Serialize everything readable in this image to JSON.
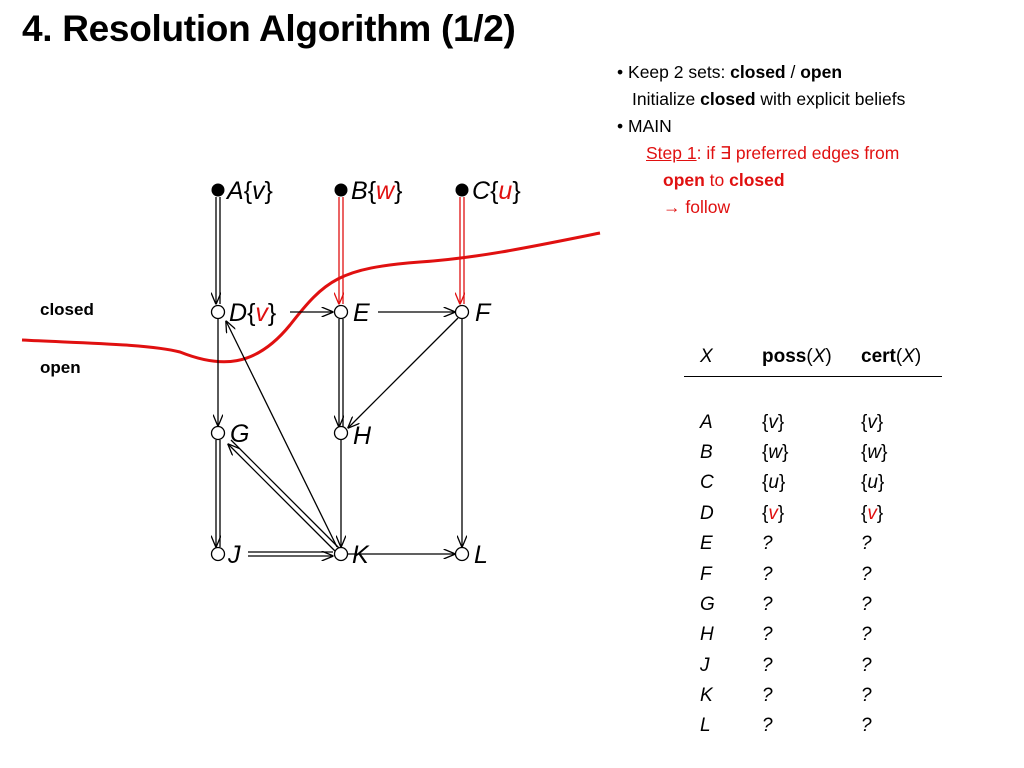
{
  "title": "4. Resolution Algorithm (1/2)",
  "bullets": {
    "b1": {
      "bullet": "•",
      "pre": "Keep 2 sets: ",
      "closed": "closed",
      "sep": " / ",
      "open": "open"
    },
    "b1_line2": {
      "pre": "Initialize ",
      "closed": "closed",
      "post": " with explicit beliefs"
    },
    "b2": {
      "bullet": "•",
      "text": "MAIN"
    },
    "step": {
      "label": "Step 1",
      "post": ": if ∃ preferred edges from"
    },
    "step_line2": {
      "open": "open",
      "mid": " to ",
      "closed": "closed"
    },
    "step_line3": "→ follow"
  },
  "side_labels": {
    "closed": "closed",
    "open": "open"
  },
  "graph": {
    "nodes": {
      "A": {
        "name": "A",
        "set_open": "{",
        "value": "v",
        "set_close": "}"
      },
      "B": {
        "name": "B",
        "set_open": "{",
        "value": "w",
        "set_close": "}"
      },
      "C": {
        "name": "C",
        "set_open": "{",
        "value": "u",
        "set_close": "}"
      },
      "D": {
        "name": "D",
        "set_open": "{",
        "value": "v",
        "set_close": "}"
      },
      "E": {
        "name": "E"
      },
      "F": {
        "name": "F"
      },
      "G": {
        "name": "G"
      },
      "H": {
        "name": "H"
      },
      "J": {
        "name": "J"
      },
      "K": {
        "name": "K"
      },
      "L": {
        "name": "L"
      }
    },
    "colors": {
      "preferred_edge": "#e01010",
      "frontier": "#e01010",
      "edge": "#000000"
    }
  },
  "table": {
    "headers": {
      "x": "X",
      "poss_bold": "poss",
      "poss_open": "(",
      "poss_var": "X",
      "poss_close": ")",
      "cert_bold": "cert",
      "cert_open": "(",
      "cert_var": "X",
      "cert_close": ")"
    },
    "rows": [
      {
        "x": "A",
        "poss": "{v}",
        "cert": "{v}"
      },
      {
        "x": "B",
        "poss": "{w}",
        "cert": "{w}"
      },
      {
        "x": "C",
        "poss": "{u}",
        "cert": "{u}"
      },
      {
        "x": "D",
        "poss": "{v}",
        "cert": "{v}"
      },
      {
        "x": "E",
        "poss": "?",
        "cert": "?"
      },
      {
        "x": "F",
        "poss": "?",
        "cert": "?"
      },
      {
        "x": "G",
        "poss": "?",
        "cert": "?"
      },
      {
        "x": "H",
        "poss": "?",
        "cert": "?"
      },
      {
        "x": "J",
        "poss": "?",
        "cert": "?"
      },
      {
        "x": "K",
        "poss": "?",
        "cert": "?"
      },
      {
        "x": "L",
        "poss": "?",
        "cert": "?"
      }
    ]
  }
}
